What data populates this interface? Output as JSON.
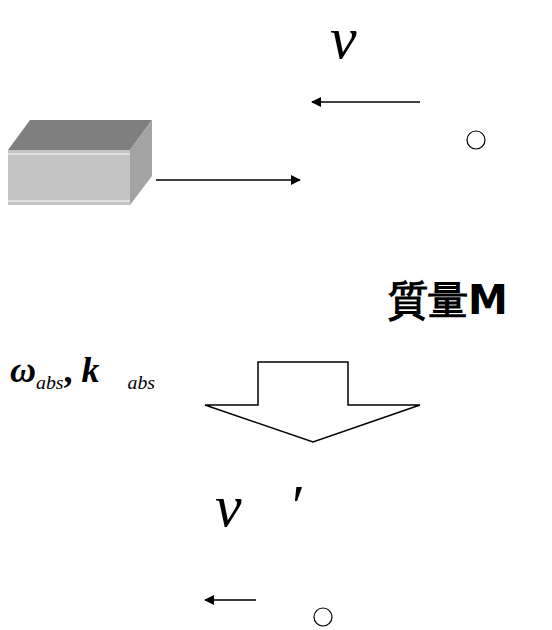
{
  "diagram": {
    "labels": [
      "v⃗",
      "質量M",
      "ω",
      "abs",
      ",",
      "k⃗",
      "abs",
      "v⃗′"
    ]
  }
}
